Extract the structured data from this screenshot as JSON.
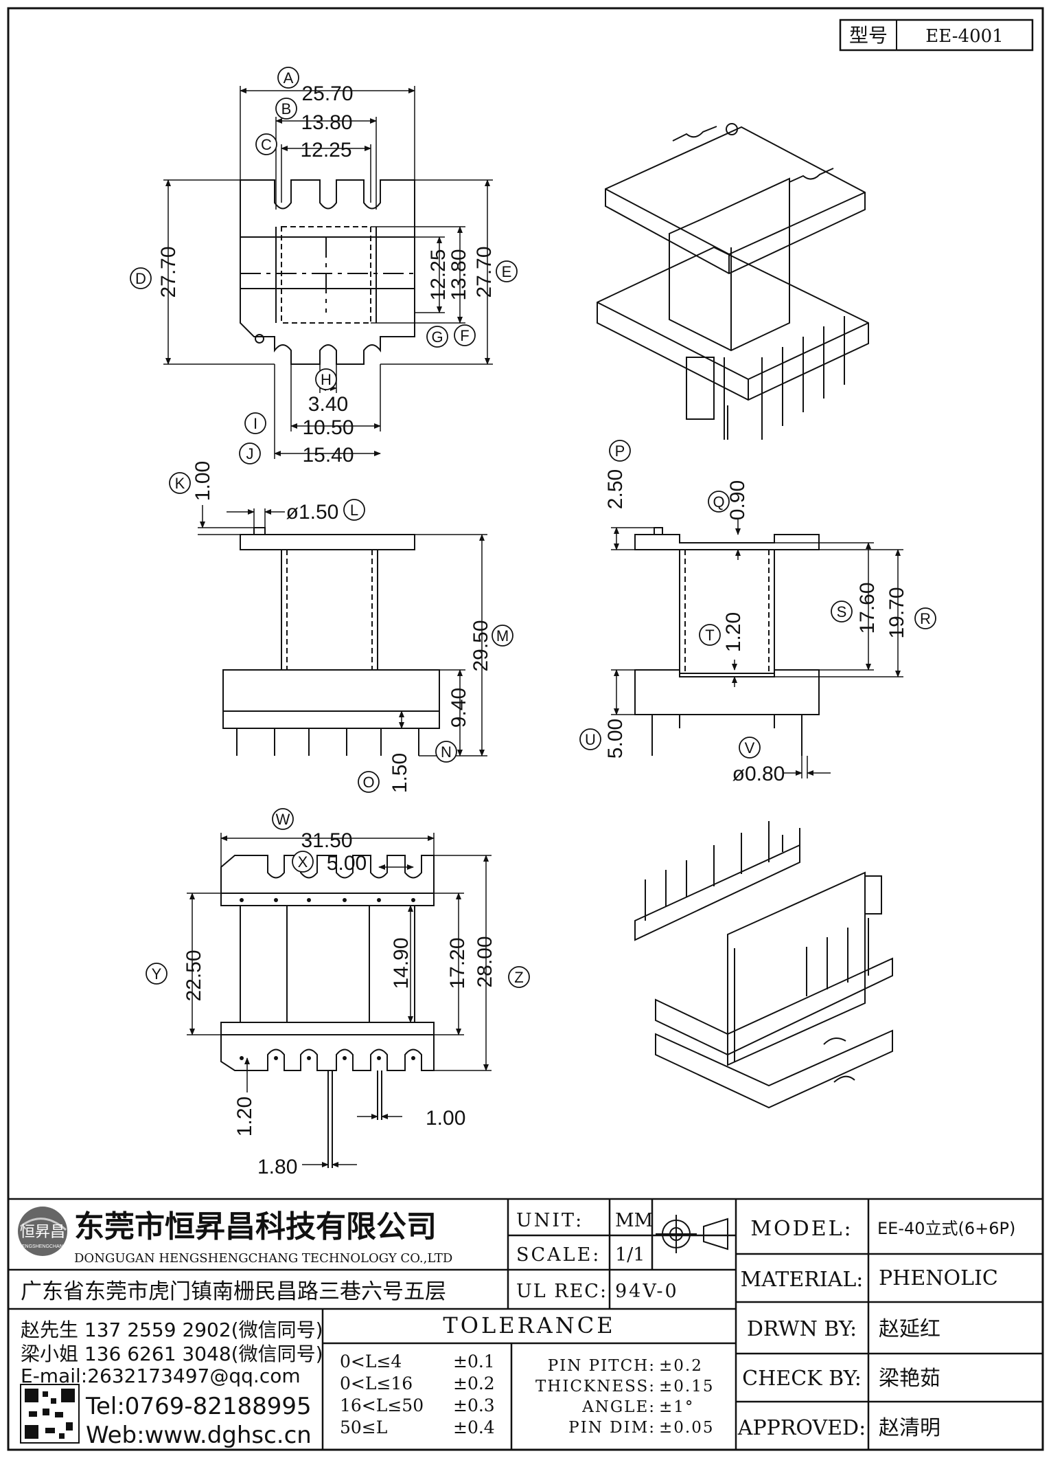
{
  "header": {
    "type_label": "型号",
    "type_value": "EE-4001"
  },
  "dimensions": {
    "top_view": {
      "A": "25.70",
      "B": "13.80",
      "C": "12.25",
      "D": "27.70",
      "E": "27.70",
      "F": "13.80",
      "G": "12.25",
      "H": "3.40",
      "I": "10.50",
      "J": "15.40"
    },
    "side_view": {
      "K": "1.00",
      "L": "ø1.50",
      "M": "29.50",
      "N": "9.40",
      "O": "1.50"
    },
    "front_view": {
      "P": "2.50",
      "Q": "0.90",
      "R": "19.70",
      "S": "17.60",
      "T": "1.20",
      "U": "5.00",
      "V": "ø0.80"
    },
    "bottom_view": {
      "W": "31.50",
      "X": "5.00",
      "Y": "22.50",
      "Z": "28.00",
      "v1490": "14.90",
      "v1720": "17.20",
      "v120": "1.20",
      "v100": "1.00",
      "v180": "1.80"
    }
  },
  "company": {
    "name_cn": "东莞市恒昇昌科技有限公司",
    "name_en": "DONGUGAN HENGSHENGCHANG TECHNOLOGY CO.,LTD",
    "address": "广东省东莞市虎门镇南栅民昌路三巷六号五层",
    "logo_text": "恒昇昌",
    "logo_sub": "HENGSHENGCHANG"
  },
  "contacts": {
    "line1": "赵先生 137 2559 2902(微信同号)",
    "line2": "梁小姐 136 6261 3048(微信同号)",
    "email": "E-mail:2632173497@qq.com",
    "tel": "Tel:0769-82188995",
    "web": "Web:www.dghsc.cn"
  },
  "specs": {
    "unit_label": "UNIT:",
    "unit_value": "MM",
    "scale_label": "SCALE:",
    "scale_value": "1/1",
    "ul_label": "UL REC:",
    "ul_value": "94V-0"
  },
  "tolerance": {
    "title": "TOLERANCE",
    "rows": [
      {
        "range": "0<L≤4",
        "value": "±0.1"
      },
      {
        "range": "0<L≤16",
        "value": "±0.2"
      },
      {
        "range": "16<L≤50",
        "value": "±0.3"
      },
      {
        "range": "50≤L",
        "value": "±0.4"
      }
    ],
    "extra": [
      {
        "label": "PIN PITCH:",
        "value": "±0.2"
      },
      {
        "label": "THICKNESS:",
        "value": "±0.15"
      },
      {
        "label": "ANGLE:",
        "value": "±1°"
      },
      {
        "label": "PIN DIM:",
        "value": "±0.05"
      }
    ]
  },
  "info": {
    "model_label": "MODEL:",
    "model_value": "EE-40立式(6+6P)",
    "material_label": "MATERIAL:",
    "material_value": "PHENOLIC",
    "drawn_label": "DRWN BY:",
    "drawn_value": "赵延红",
    "check_label": "CHECK BY:",
    "check_value": "梁艳茹",
    "approved_label": "APPROVED:",
    "approved_value": "赵清明"
  },
  "icons": {
    "projection": "first-angle-projection-icon",
    "qr": "qr-code-icon"
  }
}
